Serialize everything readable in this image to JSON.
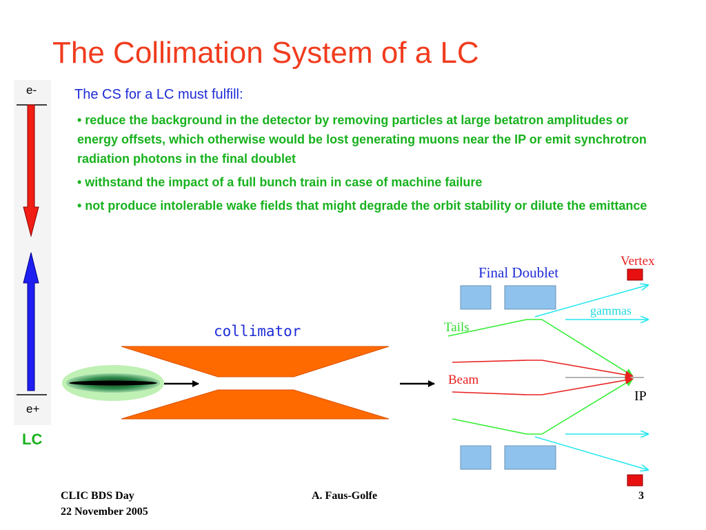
{
  "slide": {
    "title": "The Collimation System of a LC",
    "subtitle": "The CS for a LC must fulfill:",
    "bullets": [
      "• reduce the background in the detector by removing particles at large betatron amplitudes or energy offsets, which otherwise would be lost generating muons near the IP or emit synchrotron radiation photons in the final doublet",
      "• withstand the impact of a full bunch train in case of machine failure",
      "• not produce intolerable wake fields that might degrade the orbit stability or dilute the emittance"
    ]
  },
  "lc_panel": {
    "electron_label": "e-",
    "positron_label": "e+",
    "lc_label": "LC",
    "colors": {
      "electron_arrow": "#f01e14",
      "positron_arrow": "#1e1ef0"
    }
  },
  "collimator_diagram": {
    "label": "collimator",
    "colors": {
      "jaws": "#ff6a00",
      "beam": "#1b7a3a"
    }
  },
  "ir_diagram": {
    "final_doublet_label": "Final Doublet",
    "vertex_label": "Vertex",
    "gammas_label": "gammas",
    "tails_label": "Tails",
    "beam_label": "Beam",
    "ip_label": "IP",
    "colors": {
      "tails": "#33ee33",
      "beam": "#e82020",
      "gammas": "#22e6ee",
      "magnets": "#8fc3ee",
      "vertex": "#e81010"
    }
  },
  "footer": {
    "event": "CLIC BDS Day",
    "date": "22 November 2005",
    "author": "A. Faus-Golfe",
    "page": "3"
  }
}
